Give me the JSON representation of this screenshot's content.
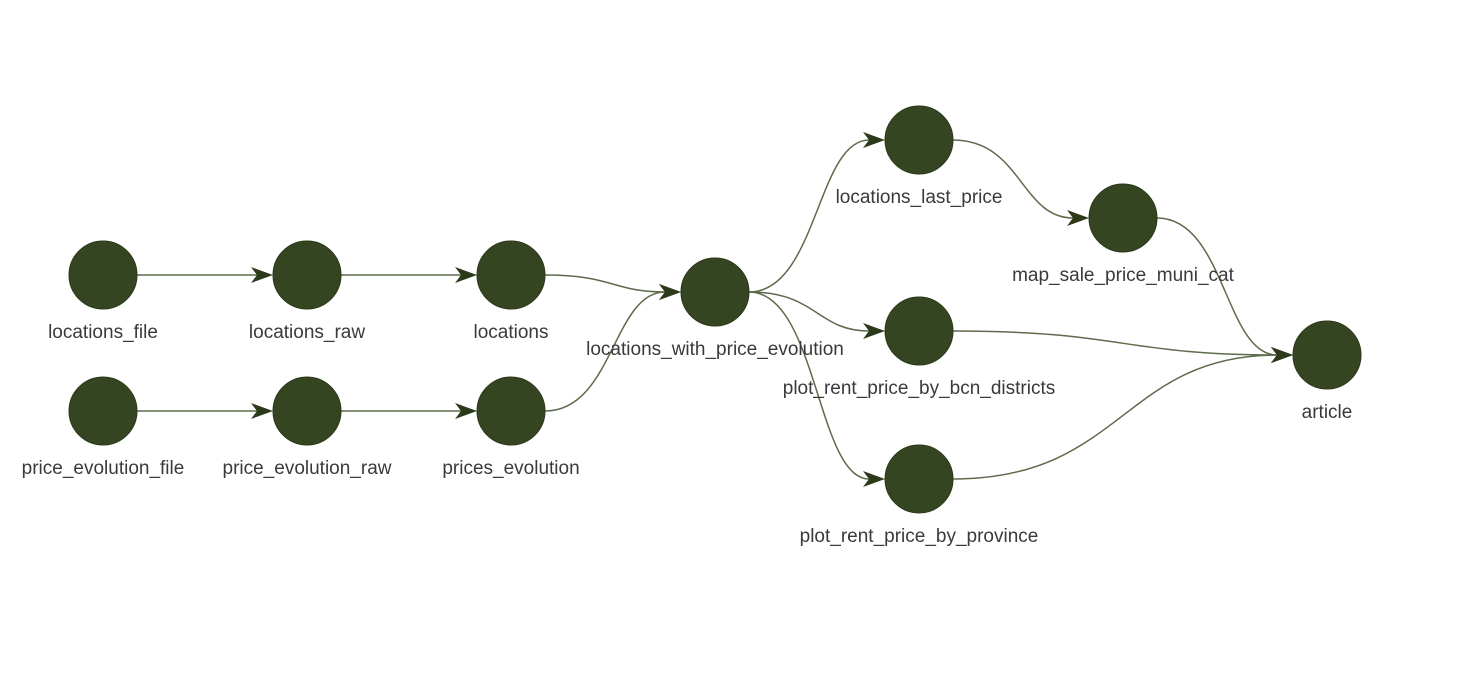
{
  "diagram": {
    "node_color": "#354522",
    "edge_color": "#5d6b4b",
    "arrow_color": "#2c3a1a",
    "label_color": "#3a3a3a",
    "nodes": [
      {
        "id": "locations_file",
        "label": "locations_file"
      },
      {
        "id": "locations_raw",
        "label": "locations_raw"
      },
      {
        "id": "locations",
        "label": "locations"
      },
      {
        "id": "price_evolution_file",
        "label": "price_evolution_file"
      },
      {
        "id": "price_evolution_raw",
        "label": "price_evolution_raw"
      },
      {
        "id": "prices_evolution",
        "label": "prices_evolution"
      },
      {
        "id": "locations_with_price_evolution",
        "label": "locations_with_price_evolution"
      },
      {
        "id": "locations_last_price",
        "label": "locations_last_price"
      },
      {
        "id": "plot_rent_price_by_bcn_districts",
        "label": "plot_rent_price_by_bcn_districts"
      },
      {
        "id": "plot_rent_price_by_province",
        "label": "plot_rent_price_by_province"
      },
      {
        "id": "map_sale_price_muni_cat",
        "label": "map_sale_price_muni_cat"
      },
      {
        "id": "article",
        "label": "article"
      }
    ],
    "edges": [
      {
        "from": "locations_file",
        "to": "locations_raw"
      },
      {
        "from": "locations_raw",
        "to": "locations"
      },
      {
        "from": "price_evolution_file",
        "to": "price_evolution_raw"
      },
      {
        "from": "price_evolution_raw",
        "to": "prices_evolution"
      },
      {
        "from": "locations",
        "to": "locations_with_price_evolution"
      },
      {
        "from": "prices_evolution",
        "to": "locations_with_price_evolution"
      },
      {
        "from": "locations_with_price_evolution",
        "to": "locations_last_price"
      },
      {
        "from": "locations_with_price_evolution",
        "to": "plot_rent_price_by_bcn_districts"
      },
      {
        "from": "locations_with_price_evolution",
        "to": "plot_rent_price_by_province"
      },
      {
        "from": "locations_last_price",
        "to": "map_sale_price_muni_cat"
      },
      {
        "from": "map_sale_price_muni_cat",
        "to": "article"
      },
      {
        "from": "plot_rent_price_by_bcn_districts",
        "to": "article"
      },
      {
        "from": "plot_rent_price_by_province",
        "to": "article"
      }
    ]
  }
}
